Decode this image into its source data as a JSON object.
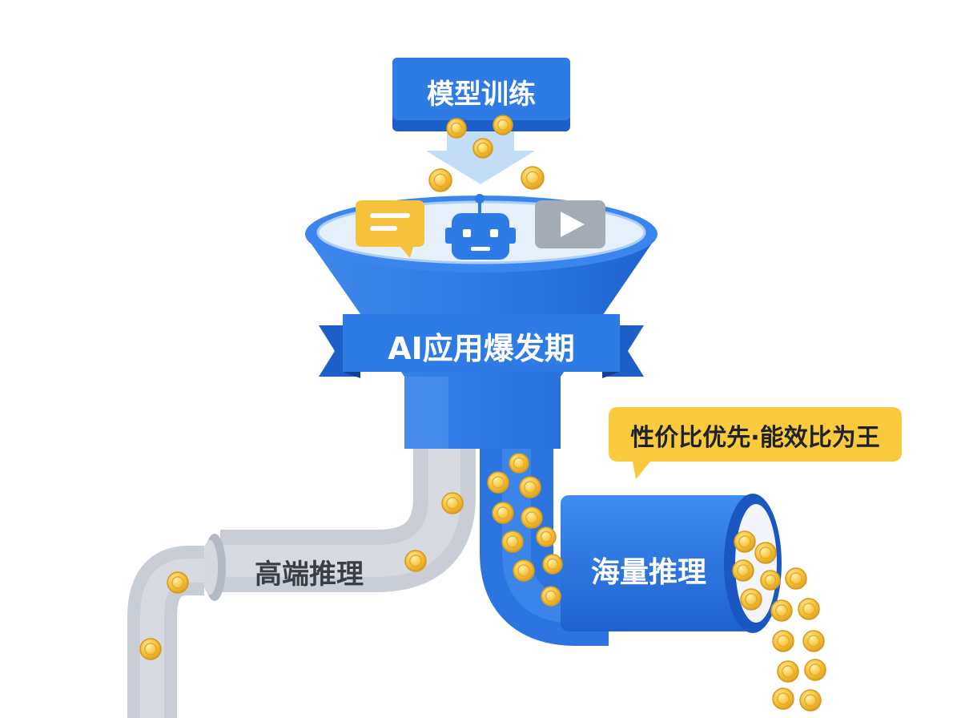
{
  "top_box": {
    "label": "模型训练"
  },
  "banner": {
    "label": "AI应用爆发期"
  },
  "callout": {
    "label": "性价比优先·能效比为王"
  },
  "left_pipe": {
    "label": "高端推理"
  },
  "right_pipe": {
    "label": "海量推理"
  },
  "icons": [
    "chat-bubble-icon",
    "robot-icon",
    "video-play-icon"
  ],
  "colors": {
    "blue": "#2f7be6",
    "blue_dark": "#1c5fc8",
    "blue_light": "#a9cdf7",
    "gold": "#f5c43c",
    "gold_dark": "#d99a1b",
    "yellow": "#f9c93e",
    "gray": "#cfd4db",
    "gray_dark": "#b4bac3",
    "text_dark": "#333a44"
  }
}
